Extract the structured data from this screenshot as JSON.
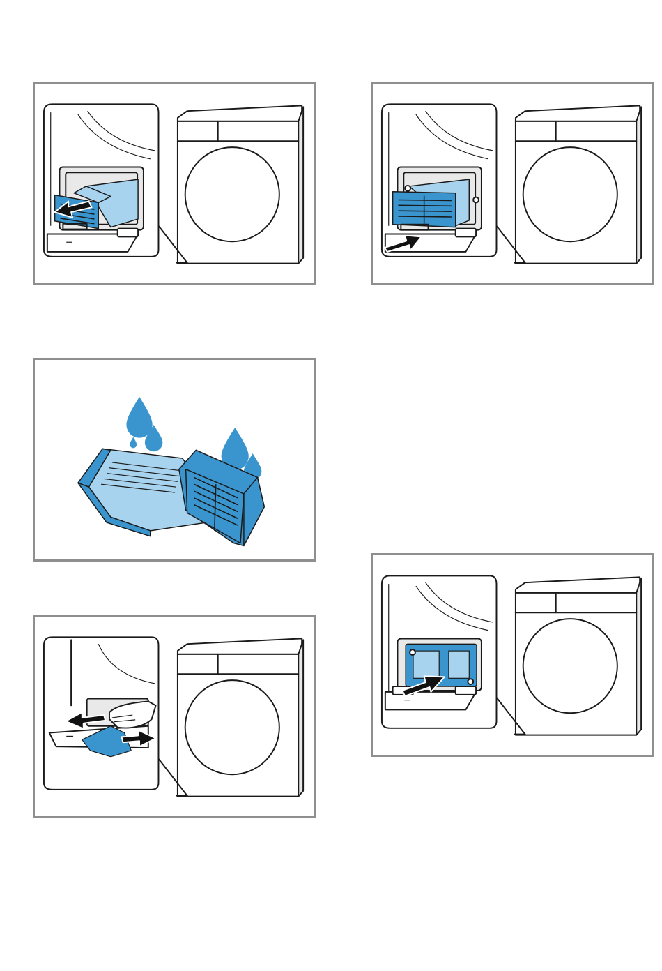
{
  "colors": {
    "accent_blue": "#3a95cf",
    "light_blue": "#a8d3ee",
    "frame_gray": "#8f8f8f",
    "line_black": "#1a1a1a"
  },
  "panels": [
    {
      "name": "remove-heat-exchanger",
      "arrow_direction": "out"
    },
    {
      "name": "insert-heat-exchanger",
      "arrow_direction": "in"
    },
    {
      "name": "rinse-heat-exchanger",
      "icon": "water-drops"
    },
    {
      "name": "clean-seals",
      "arrow_direction": "both"
    },
    {
      "name": "check-compartment",
      "arrow_direction": "in"
    }
  ]
}
